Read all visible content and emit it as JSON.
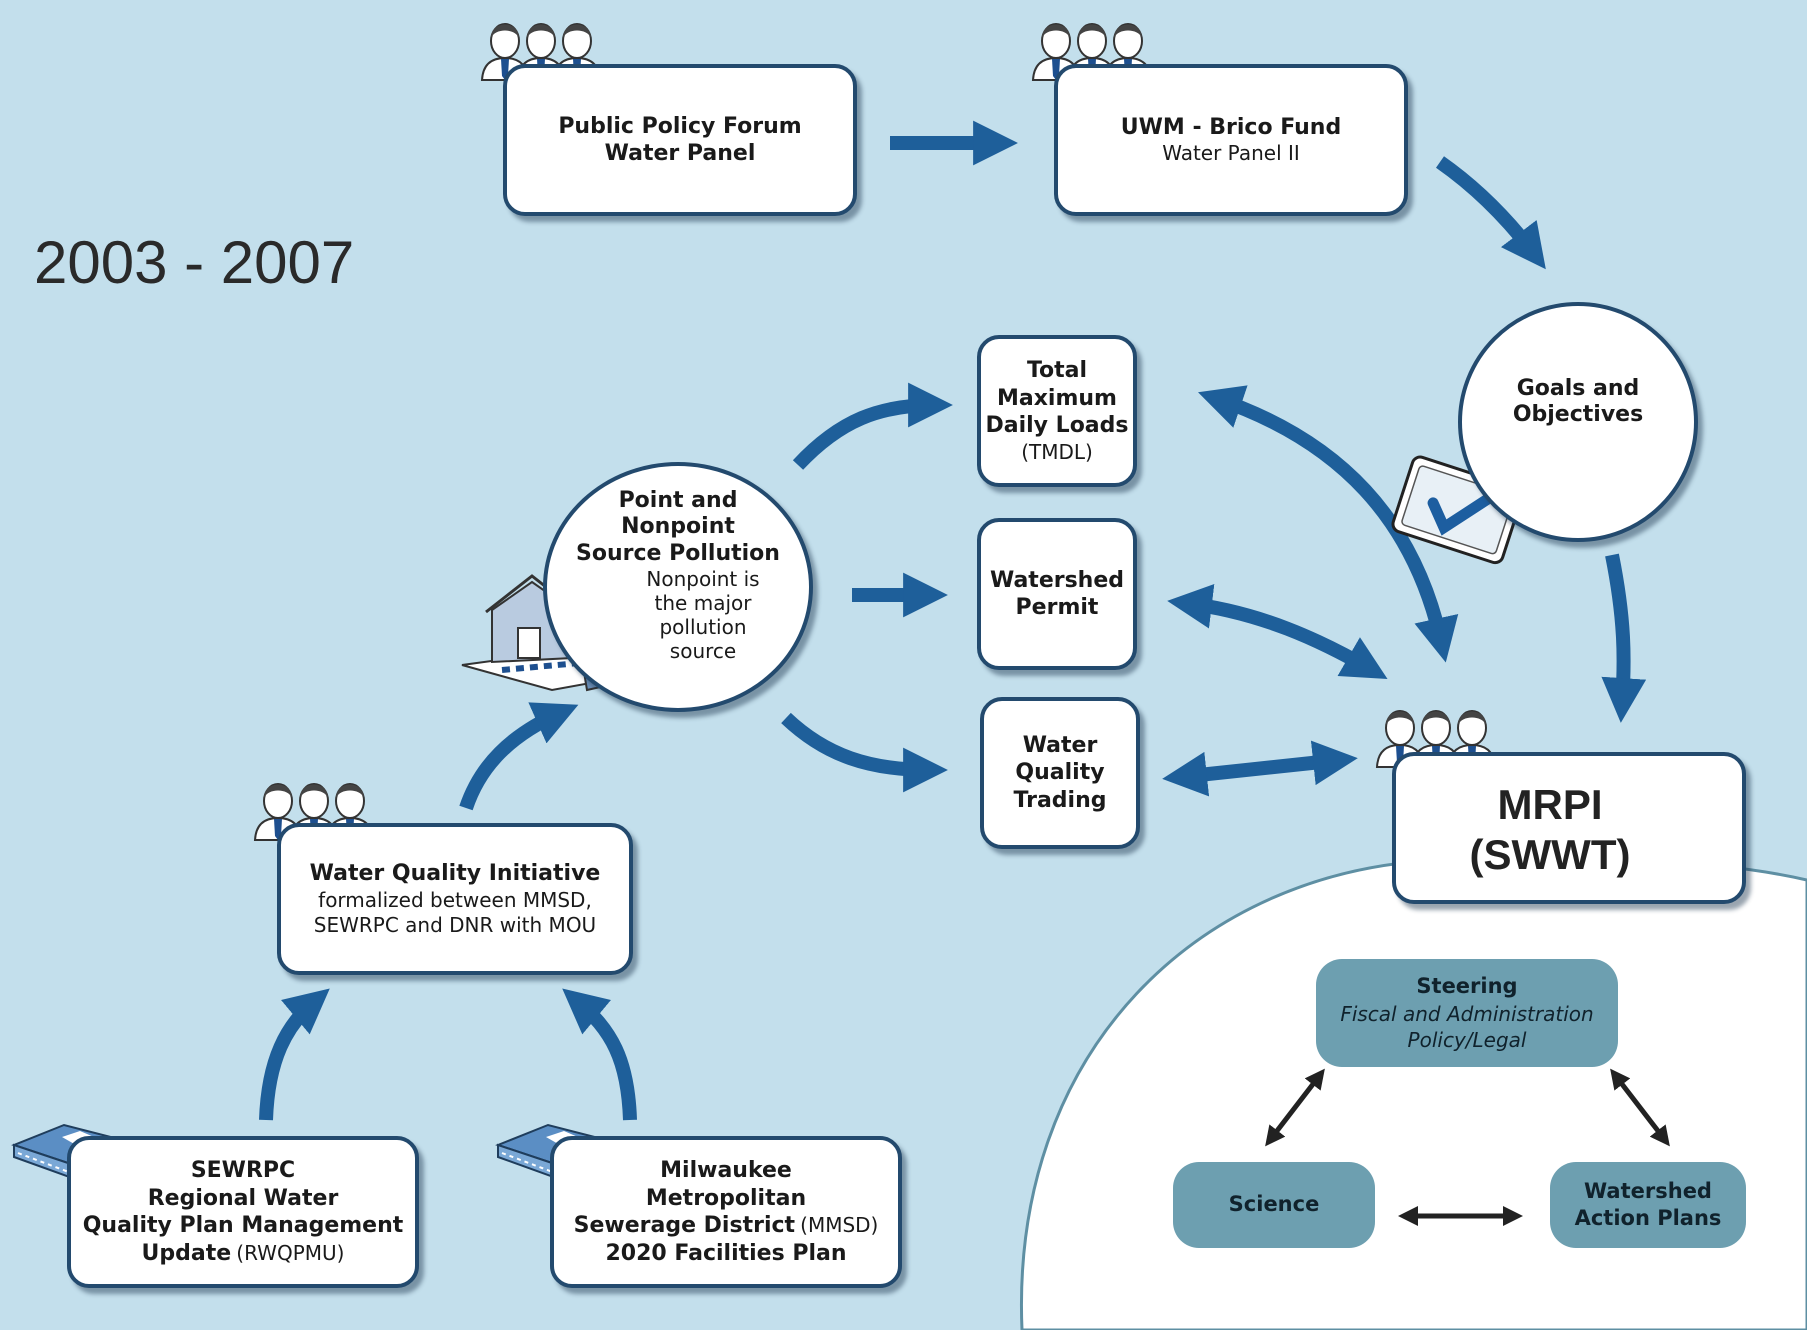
{
  "period_label": "2003 - 2007",
  "colors": {
    "background": "#c3dfec",
    "arrow": "#1e5f9a",
    "box_border": "#234a6e",
    "teal_box": "#6d9fb0"
  },
  "nodes": {
    "ppf": {
      "title": "Public Policy Forum",
      "title2": "Water Panel"
    },
    "uwm": {
      "title": "UWM - Brico Fund",
      "sub": "Water Panel II"
    },
    "goals": {
      "title": "Goals and",
      "title2": "Objectives"
    },
    "pnp": {
      "title": "Point and",
      "title2": "Nonpoint",
      "title3": "Source Pollution",
      "sub1": "Nonpoint is",
      "sub2": "the major",
      "sub3": "pollution",
      "sub4": "source"
    },
    "tmdl": {
      "l1": "Total",
      "l2": "Maximum",
      "l3": "Daily Loads",
      "l4": "(TMDL)"
    },
    "permit": {
      "l1": "Watershed",
      "l2": "Permit"
    },
    "trading": {
      "l1": "Water",
      "l2": "Quality",
      "l3": "Trading"
    },
    "mrpi": {
      "l1": "MRPI",
      "l2": "(SWWT)"
    },
    "wqi": {
      "title": "Water Quality Initiative",
      "sub1": "formalized between MMSD,",
      "sub2": "SEWRPC and DNR with MOU"
    },
    "sewrpc": {
      "l1": "SEWRPC",
      "l2": "Regional Water",
      "l3": "Quality Plan Management",
      "l4": "Update",
      "l4b": "(RWQPMU)"
    },
    "mmsd": {
      "l1": "Milwaukee",
      "l2": "Metropolitan",
      "l3": "Sewerage District",
      "l3b": "(MMSD)",
      "l4": "2020 Facilities Plan"
    },
    "steering": {
      "title": "Steering",
      "sub1": "Fiscal and Administration",
      "sub2": "Policy/Legal"
    },
    "science": {
      "title": "Science"
    },
    "wap": {
      "l1": "Watershed",
      "l2": "Action Plans"
    }
  },
  "icons": [
    "people-group-icon",
    "binder-icon",
    "clipboard-check-icon",
    "farm-factory-icon"
  ]
}
